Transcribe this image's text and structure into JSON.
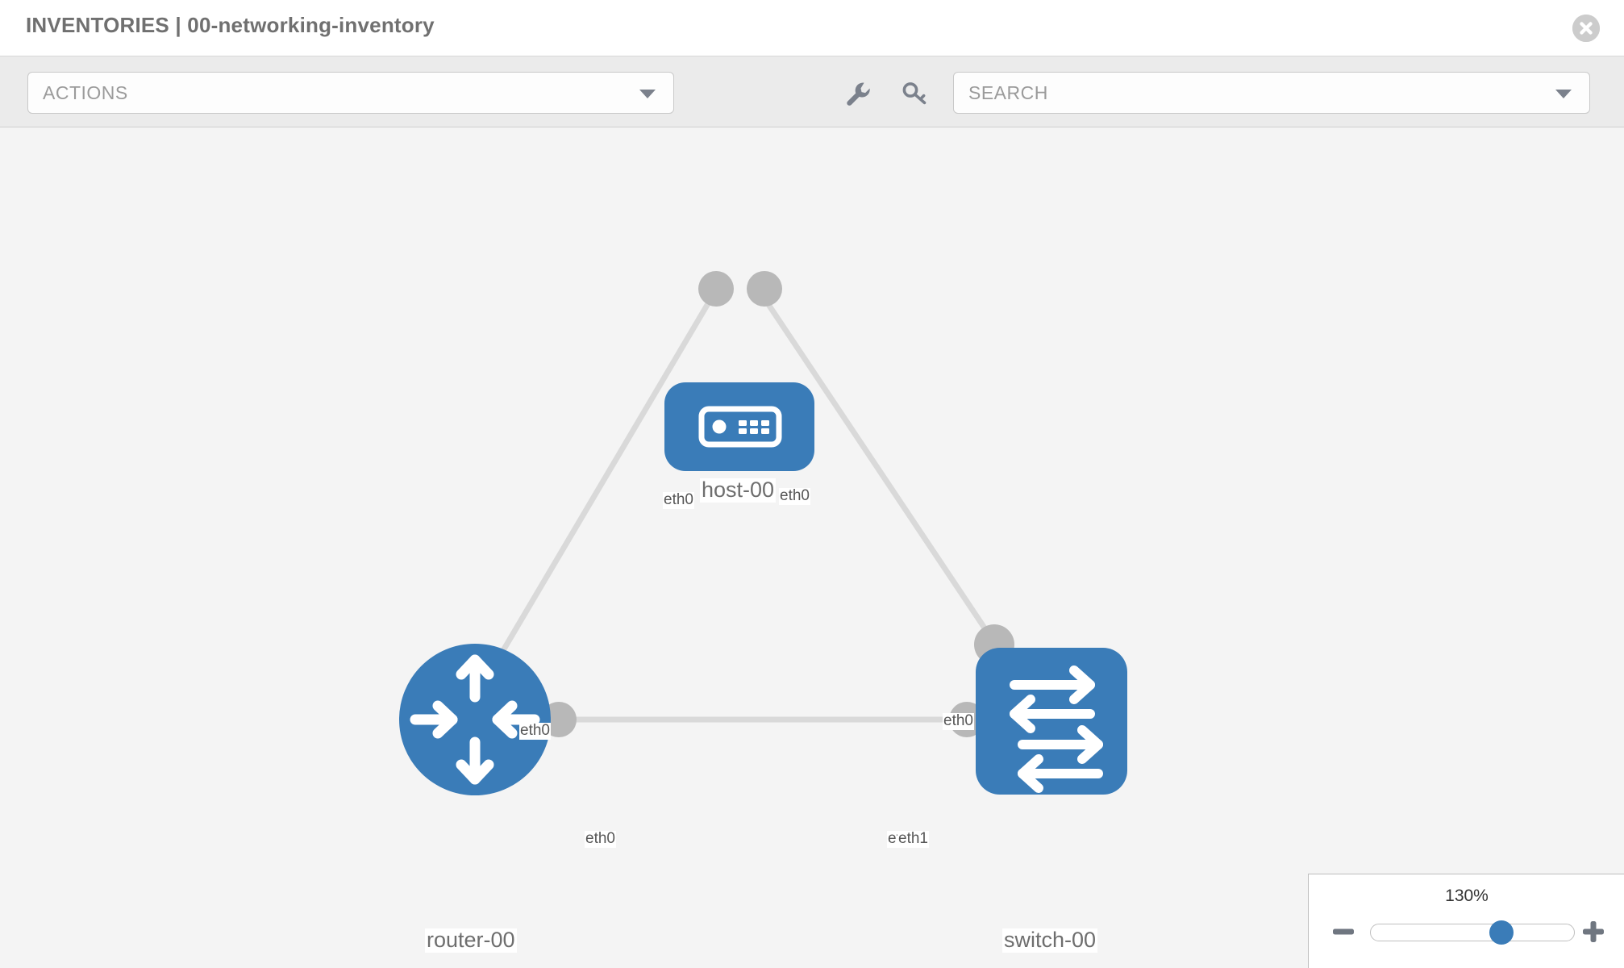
{
  "header": {
    "title": "INVENTORIES | 00-networking-inventory",
    "close_icon": "close-circle-icon"
  },
  "toolbar": {
    "actions": {
      "label": "ACTIONS",
      "caret_icon": "chevron-down-icon"
    },
    "wrench_icon": "wrench-icon",
    "key_icon": "key-icon",
    "search": {
      "placeholder": "SEARCH",
      "label": "SEARCH",
      "caret_icon": "chevron-down-icon"
    }
  },
  "topology": {
    "accent_color": "#3a7cb8",
    "link_color": "#d9d9d9",
    "connector_color": "#b8b8b8",
    "canvas_color": "#f4f4f4",
    "nodes": [
      {
        "id": "host-00",
        "label": "host-00",
        "type": "host",
        "icon": "server-appliance-icon",
        "shape": "rounded-rect"
      },
      {
        "id": "router-00",
        "label": "router-00",
        "type": "router",
        "icon": "four-arrows-inward-icon",
        "shape": "circle"
      },
      {
        "id": "switch-00",
        "label": "switch-00",
        "type": "switch",
        "icon": "bidirectional-arrows-icon",
        "shape": "rounded-rect"
      }
    ],
    "interface_labels": [
      {
        "id": "host-left",
        "text": "eth0"
      },
      {
        "id": "host-right",
        "text": "eth0"
      },
      {
        "id": "router-top",
        "text": "eth0"
      },
      {
        "id": "switch-top",
        "text": "eth0"
      },
      {
        "id": "router-right",
        "text": "eth0"
      },
      {
        "id": "switch-left-a",
        "text": "eth"
      },
      {
        "id": "switch-left-b",
        "text": "eth1"
      }
    ],
    "links": [
      {
        "from": "host-00",
        "to": "router-00",
        "from_iface": "eth0",
        "to_iface": "eth0"
      },
      {
        "from": "host-00",
        "to": "switch-00",
        "from_iface": "eth0",
        "to_iface": "eth0"
      },
      {
        "from": "router-00",
        "to": "switch-00",
        "from_iface": "eth0",
        "to_iface": "eth1"
      }
    ]
  },
  "zoom_control": {
    "value_label": "130%",
    "minus_icon": "minus-icon",
    "plus_icon": "plus-icon",
    "slider_percent": 60
  }
}
